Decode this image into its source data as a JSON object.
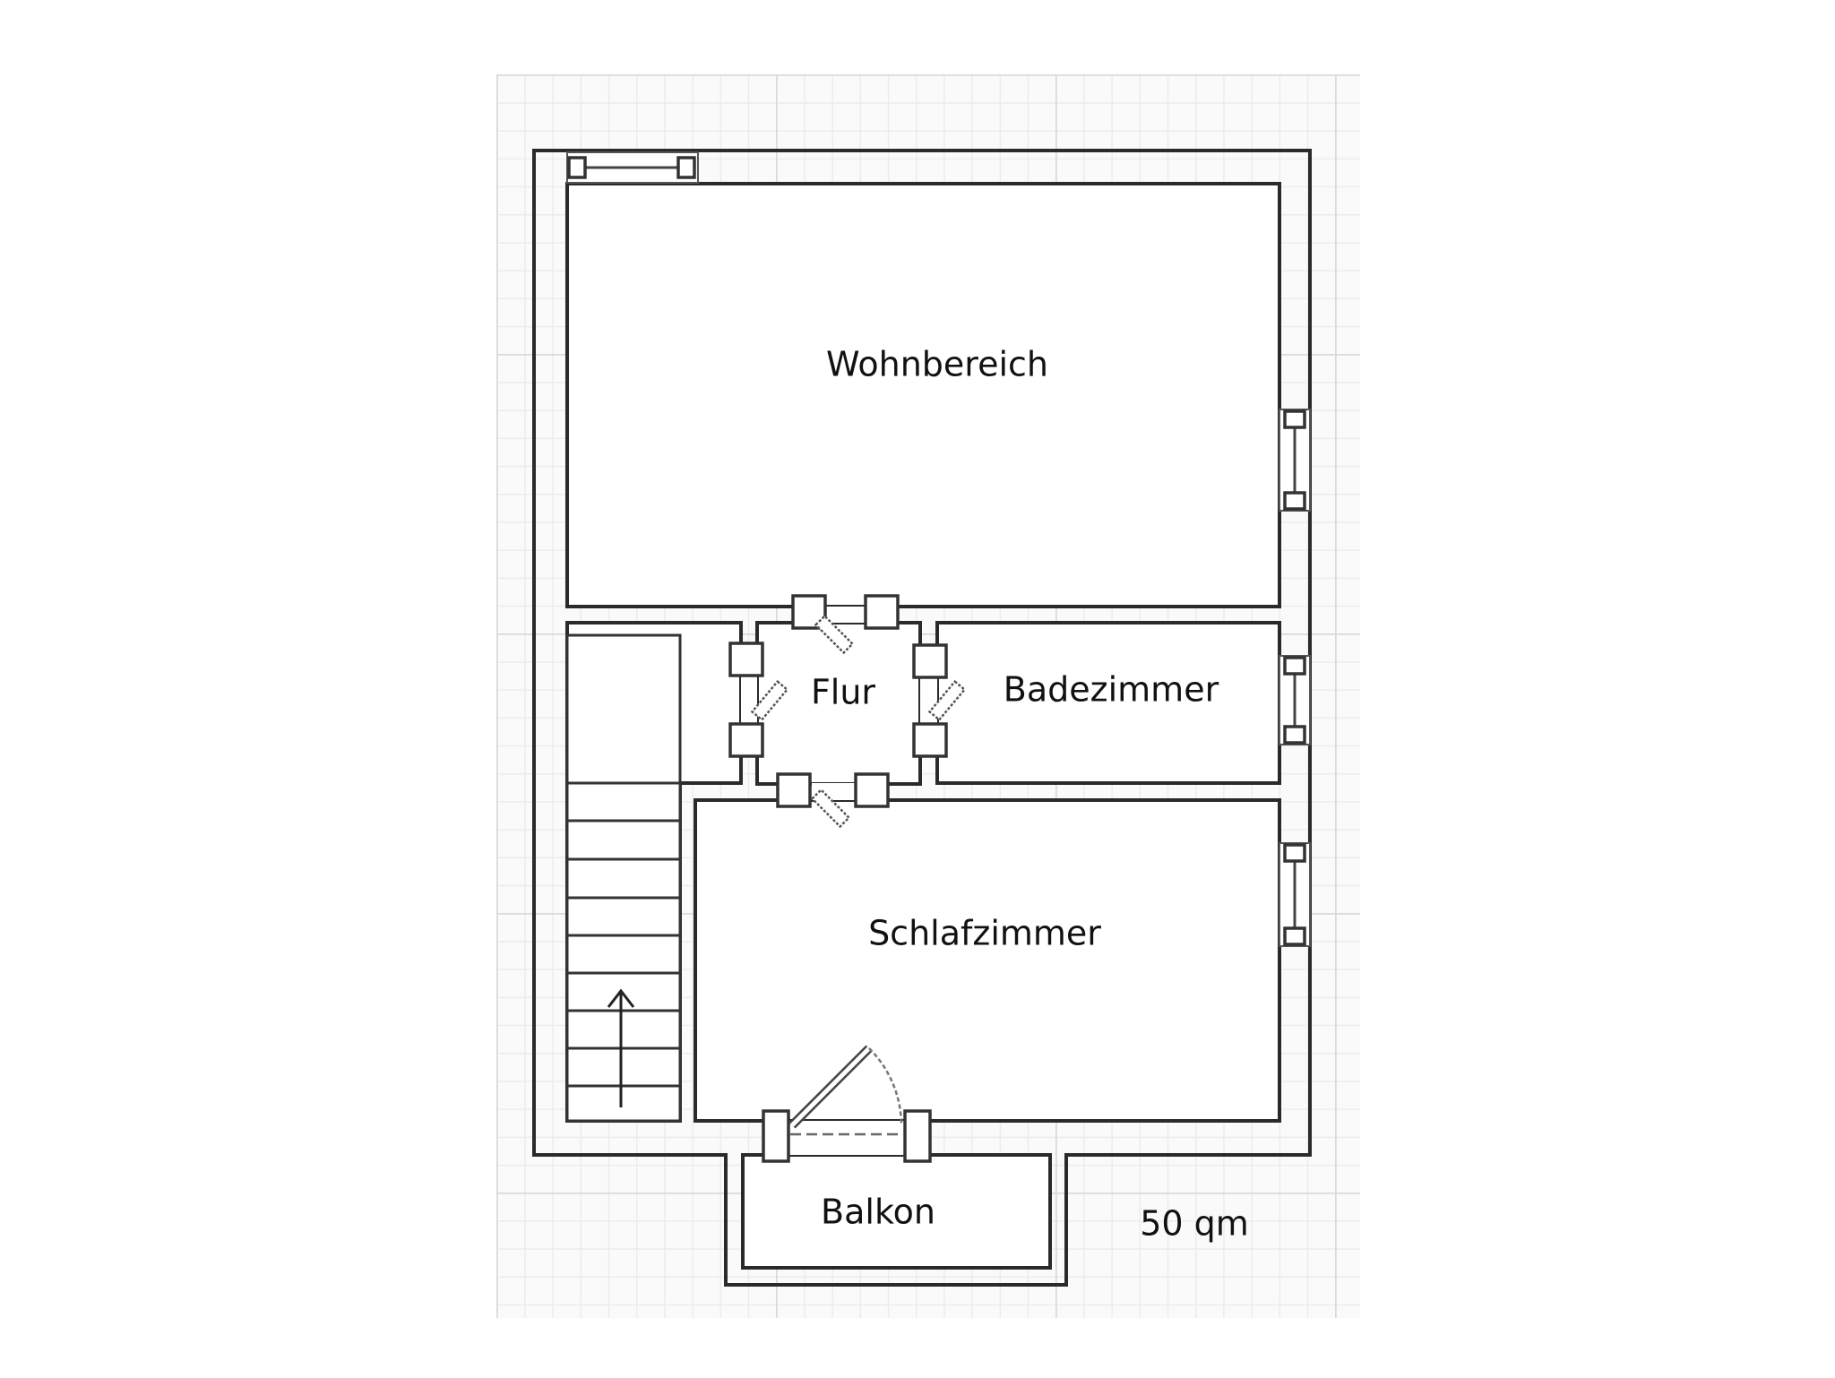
{
  "plan": {
    "rooms": {
      "living": "Wohnbereich",
      "hall": "Flur",
      "bath": "Badezimmer",
      "bedroom": "Schlafzimmer",
      "balcony": "Balkon"
    },
    "area_label": "50 qm"
  },
  "colors": {
    "wall_stroke": "#2a2a2a",
    "grid_minor": "#efefef",
    "grid_major": "#dcdcdc",
    "hatch": "#b8b8b8"
  }
}
